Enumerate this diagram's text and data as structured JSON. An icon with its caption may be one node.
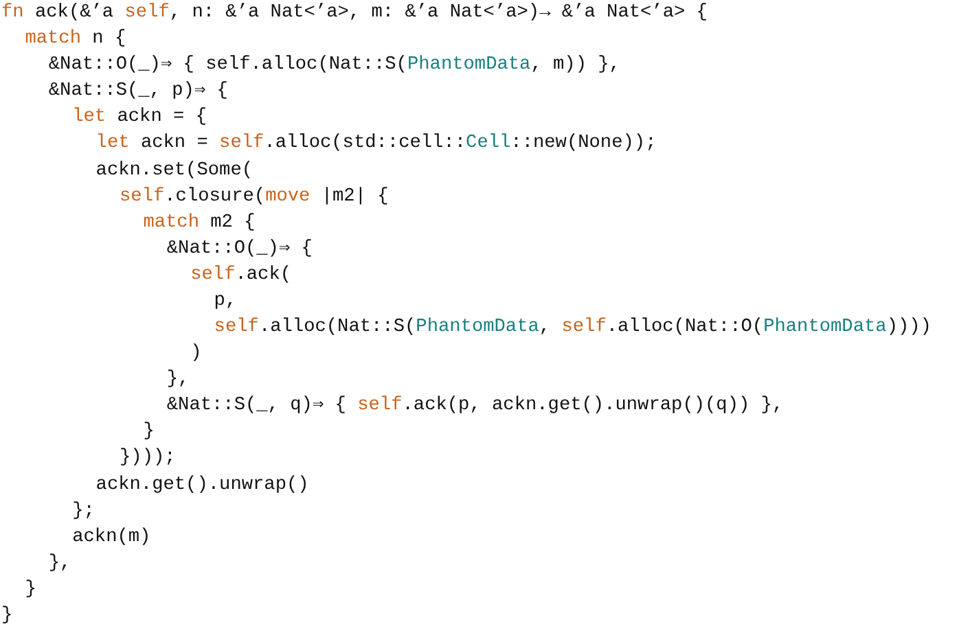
{
  "diagram": {
    "labels": [
      "fn ack(&’a self, n: &’a Nat<’a>, m: &’a Nat<’a>)→ &’a Nat<’a> {",
      "match n {",
      "&Nat::O(_)⇒ { self.alloc(Nat::S(PhantomData, m)) },",
      "&Nat::S(_, p)⇒ {",
      "let ackn = {",
      "let ackn = self.alloc(std::cell::Cell::new(None));",
      "ackn.set(Some(",
      "self.closure(move |m2| {",
      "match m2 {",
      "&Nat::O(_)⇒ {",
      "self.ack(",
      "p,",
      "self.alloc(Nat::S(PhantomData, self.alloc(Nat::O(PhantomData))))",
      ")",
      "},",
      "&Nat::S(_, q)⇒ { self.ack(p, ackn.get().unwrap()(q)) },",
      "}",
      "})));",
      "ackn.get().unwrap()",
      "};",
      "ackn(m)",
      "},",
      "}",
      "}"
    ]
  }
}
